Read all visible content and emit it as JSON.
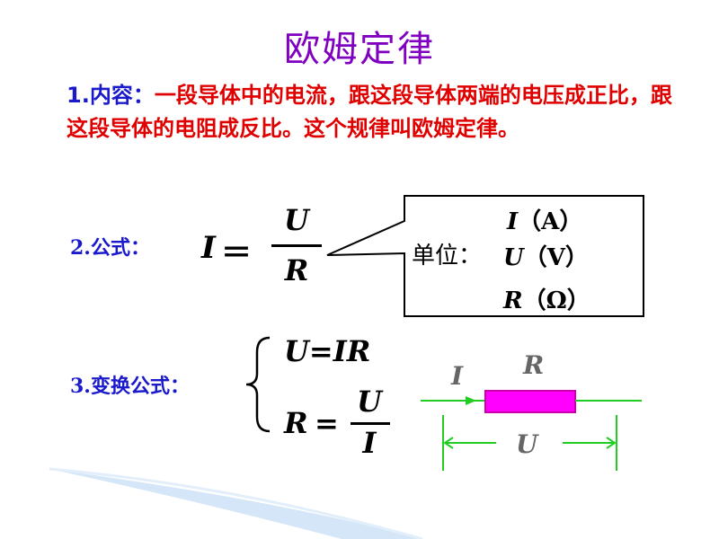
{
  "title": "欧姆定律",
  "content": {
    "number": "1.",
    "heading": "内容：",
    "text": "一段导体中的电流，跟这段导体两端的电压成正比，跟这段导体的电阻成反比。这个规律叫欧姆定律。"
  },
  "formula": {
    "number": "2.",
    "label": "公式：",
    "lhs": "I",
    "equals": "＝",
    "numerator": "U",
    "denominator": "R"
  },
  "units": {
    "label": "单位：",
    "items": [
      {
        "symbol": "I",
        "unit": "（A）"
      },
      {
        "symbol": "U",
        "unit": "（V）"
      },
      {
        "symbol": "R",
        "unit": "（Ω）"
      }
    ]
  },
  "transform": {
    "number": "3.",
    "label": "变换公式：",
    "formula1": "U=IR",
    "formula2_lhs": "R",
    "formula2_eq": "=",
    "formula2_num": "U",
    "formula2_den": "I"
  },
  "circuit": {
    "current_label": "I",
    "resistor_label": "R",
    "voltage_label": "U",
    "wire_color": "#22cc22",
    "resistor_color": "#ff00ff"
  },
  "colors": {
    "title": "#8000c0",
    "text_red": "#e00000",
    "label_blue": "#1a1acc",
    "sweep": "#cfe3f7"
  }
}
